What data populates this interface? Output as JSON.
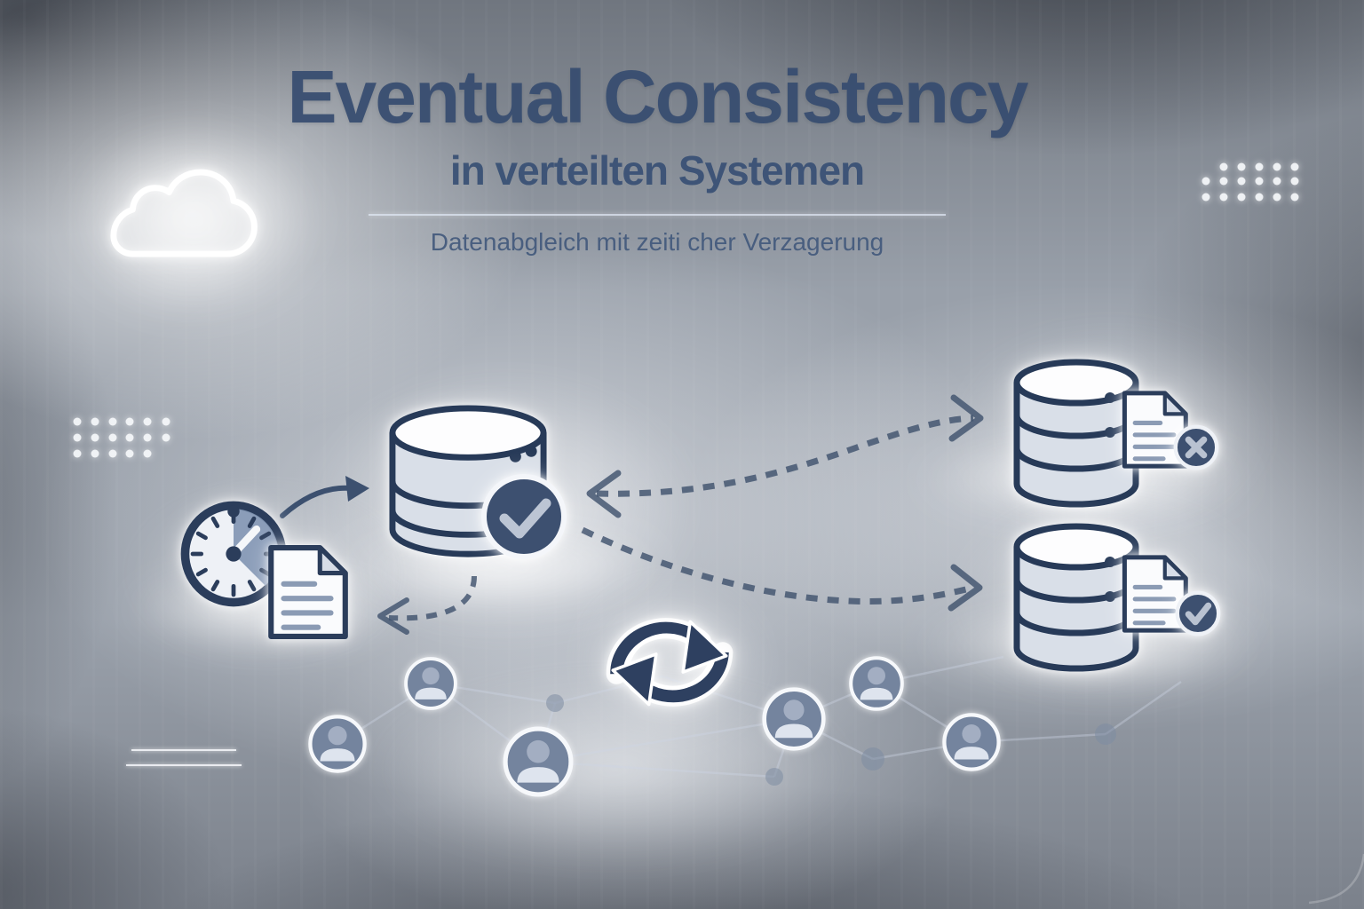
{
  "header": {
    "title": "Eventual Consistency",
    "subtitle": "in verteilten Systemen",
    "tagline": "Datenabgleich mit zeiti cher Verzagerung"
  },
  "palette": {
    "outline_navy": "#2b3d5b",
    "badge_navy": "#3d5070",
    "badge_glyph_gray": "#bcc5d4",
    "title_blue": "#364c70",
    "icon_body_gray": "#d9dfe8",
    "paper_white": "#fafbfd",
    "clock_wedge_blue": "#8296b3",
    "dashed_arrow_blue": "#41536e",
    "avatar_fill": "#74849e",
    "glow_white": "#ffffff"
  },
  "icons": {
    "cloud": "cloud-icon",
    "delay_clock": "clock-icon",
    "source_document": "document-icon",
    "primary_database": "database-icon",
    "primary_status": "check-badge-icon",
    "replica_top_database": "database-icon",
    "replica_top_status": "x-badge-icon",
    "replica_bottom_database": "database-icon",
    "replica_bottom_status": "check-badge-icon",
    "synchronization": "sync-arrows-icon",
    "network_users": "user-avatar-icon"
  }
}
